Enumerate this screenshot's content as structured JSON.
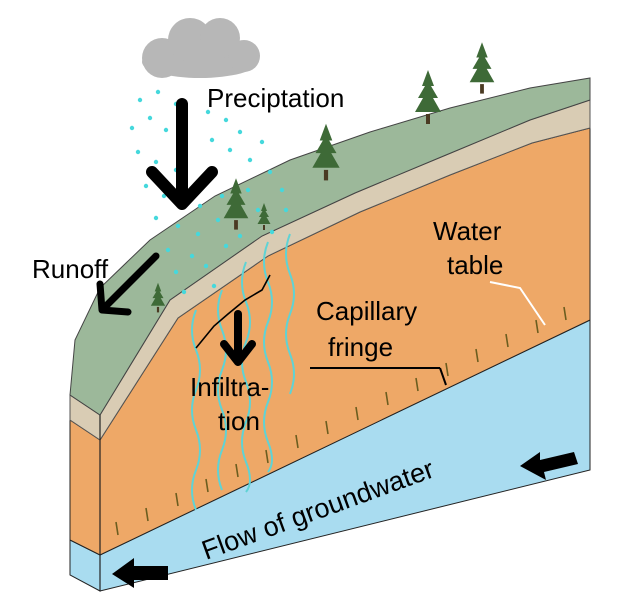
{
  "labels": {
    "precipitation": "Preciptation",
    "runoff": "Runoff",
    "water_table_line1": "Water",
    "water_table_line2": "table",
    "capillary_line1": "Capillary",
    "capillary_line2": "fringe",
    "infiltration_line1": "Infiltra-",
    "infiltration_line2": "tion",
    "flow": "Flow of groundwater"
  },
  "colors": {
    "grass": "#9cb89a",
    "topsoil": "#d9ccb4",
    "soil": "#eea867",
    "groundwater": "#a9dcf0",
    "rain": "#45d8dc",
    "cloud": "#b7b7b7",
    "tree": "#3e6a37",
    "infiltration_lines": "#5fd3d5",
    "arrows": "#000000"
  },
  "icons": {
    "cloud": "cloud-icon",
    "tree": "conifer-tree-icon",
    "arrow": "arrow-icon"
  }
}
